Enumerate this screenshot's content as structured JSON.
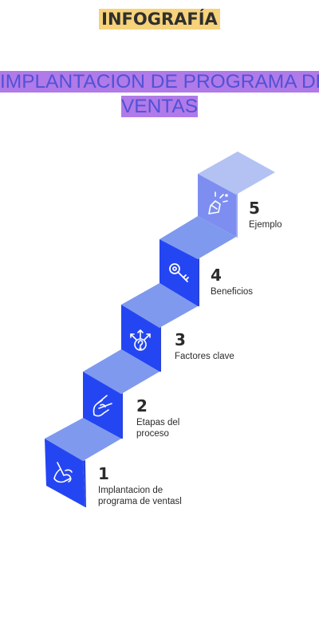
{
  "header": {
    "title": "INFOGRAFÍA",
    "subtitle_line1": "IMPLANTACION DE PROGRAMA DE",
    "subtitle_line2": "VENTAS"
  },
  "colors": {
    "title_highlight": "#f6d27a",
    "subtitle_highlight": "#b07ae8",
    "subtitle_text": "#5152d6",
    "front_strong": "#2446f2",
    "front_light": "#7d8ef0",
    "tread": "#7f99ee",
    "tread_top": "#b3c2f3",
    "side": "#2a44d6"
  },
  "steps": [
    {
      "number": "1",
      "label_lines": [
        "Implantacion de",
        "programa de ventasl"
      ],
      "icon": "hand-pointing-icon"
    },
    {
      "number": "2",
      "label_lines": [
        "Etapas del",
        "proceso"
      ],
      "icon": "hand-peace-icon"
    },
    {
      "number": "3",
      "label_lines": [
        "Factores clave"
      ],
      "icon": "question-arrows-icon"
    },
    {
      "number": "4",
      "label_lines": [
        "Beneficios"
      ],
      "icon": "key-icon"
    },
    {
      "number": "5",
      "label_lines": [
        "Ejemplo"
      ],
      "icon": "celebration-hand-icon"
    }
  ]
}
